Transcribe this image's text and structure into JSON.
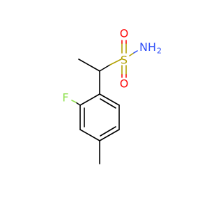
{
  "molecule": {
    "atoms": {
      "S": {
        "label": "S",
        "color": "#b2a000"
      },
      "O1": {
        "label": "O",
        "color": "#ff0d0d"
      },
      "O2": {
        "label": "O",
        "color": "#ff0d0d"
      },
      "N": {
        "label": "NH",
        "subscript": "2",
        "color": "#3050f8"
      },
      "F": {
        "label": "F",
        "color": "#90e050"
      }
    }
  }
}
